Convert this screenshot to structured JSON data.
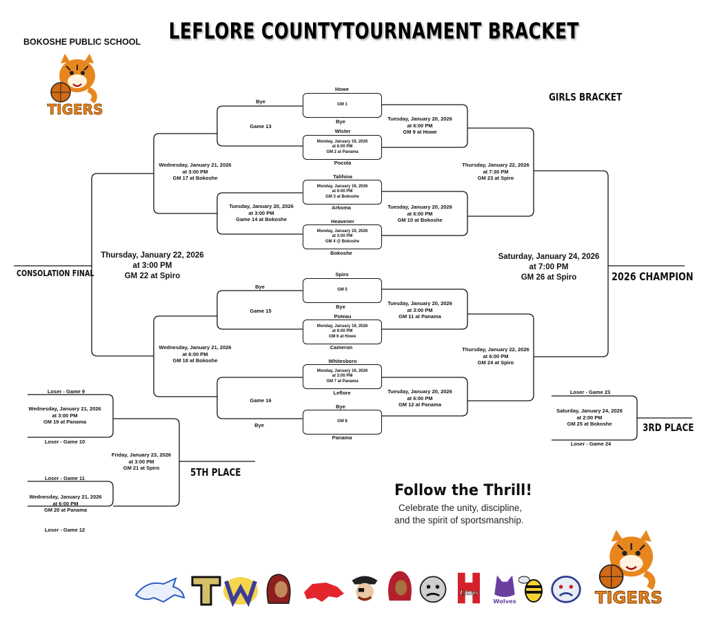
{
  "header": {
    "title": "LEFLORE COUNTYTOURNAMENT BRACKET",
    "school": "BOKOSHE PUBLIC SCHOOL",
    "mascot_text": "TIGERS"
  },
  "headings": {
    "girls_bracket": "GIRLS BRACKET",
    "consolation_final": "CONSOLATION FINAL",
    "champion": "2026 CHAMPION",
    "third_place": "3RD PLACE",
    "fifth_place": "5TH PLACE"
  },
  "first_round": [
    {
      "top": "Howe",
      "box": "GM 1",
      "bottom": "Bye"
    },
    {
      "top": "Wister",
      "box": "Monday, January 19, 2026\nat 6:00 PM\nGM 2 at Panama",
      "bottom": "Pocola"
    },
    {
      "top": "Talihina",
      "box": "Monday, January 19, 2026\nat 6:00 PM\nGM 3 at Bokoshe",
      "bottom": "Arkoma"
    },
    {
      "top": "Heavener",
      "box": "Monday, January 19, 2026\nat 3:00 PM\nGM 4 @ Bokoshe",
      "bottom": "Bokoshe"
    },
    {
      "top": "Spiro",
      "box": "GM 5",
      "bottom": "Bye"
    },
    {
      "top": "Poteau",
      "box": "Monday, January 19, 2026\nat 6:00 PM\nGM 6 at Howe",
      "bottom": "Cameron"
    },
    {
      "top": "Whitesboro",
      "box": "Monday, January 19, 2026\nat 3:00 PM\nGM 7 at Panama",
      "bottom": "Leflore"
    },
    {
      "top": "Bye",
      "box": "GM 8",
      "bottom": "Panama"
    }
  ],
  "winners": {
    "gm9": "Tuesday, January 20, 2026\nat 6:00 PM\nGM 9 at Howe",
    "gm10": "Tuesday, January 20, 2026\nat 6:00 PM\nGM 10 at Bokoshe",
    "gm11": "Tuesday, January 20, 2026\nat 3:00 PM\nGM 11 at Panama",
    "gm12": "Tuesday, January 20, 2026\nat 6:00 PM\nGM 12 at Panama",
    "gm23": "Thursday, January 22, 2026\nat 7:30 PM\nGM 23 at Spiro",
    "gm24": "Thursday, January 22, 2026\nat 6:00 PM\nGM 24 at Spiro",
    "gm26": "Saturday, January 24, 2026\nat 7:00 PM\nGM 26 at Spiro"
  },
  "consolation": {
    "bye_13": "Bye",
    "game13": "Game 13",
    "gm14": "Tuesday, January 20, 2026\nat 3:00 PM\nGame 14 at Bokoshe",
    "gm17": "Wednesday, January 21, 2026\nat 3:00 PM\nGM 17 at Bokoshe",
    "bye_15": "Bye",
    "game15": "Game 15",
    "game16": "Game 16",
    "bye_16": "Bye",
    "gm18": "Wednesday, January 21, 2026\nat 6:00 PM\nGM 18 at Bokoshe",
    "gm22": "Thursday, January 22, 2026\nat 3:00 PM\nGM 22 at Spiro"
  },
  "fifth": {
    "loser9": "Loser - Game 9",
    "gm19": "Wednesday, January 21, 2026\nat 3:00 PM\nGM 19 at Panama",
    "loser10": "Loser - Game 10",
    "loser11": "Loser - Game 11",
    "gm20": "Wednesday, January 21, 2026\nat 6:00 PM\nGM 20 at Panama",
    "loser12": "Loser - Game 12",
    "gm21": "Friday, January 23, 2026\nat 3:00 PM\nGM 21 at Spiro"
  },
  "third": {
    "loser23": "Loser - Game 23",
    "gm25": "Saturday, January 24, 2026\nat 2:00 PM\nGM 25 at Bokoshe",
    "loser24": "Loser - Game 24"
  },
  "promo": {
    "title": "Follow the Thrill!",
    "line1": "Celebrate the unity, discipline,",
    "line2": "and the spirit of sportsmanship."
  },
  "logos": [
    "mustang-logo",
    "t-logo",
    "w-logo",
    "chief-logo",
    "razorback-logo",
    "pirate-logo",
    "warrior-logo",
    "bulldog-logo",
    "h-lions-logo",
    "wolves-logo",
    "hornet-logo",
    "bulldog2-logo"
  ],
  "logo_texts": {
    "lions": "Lions",
    "wolves": "Wolves"
  },
  "colors": {
    "ink": "#111111",
    "tiger_orange": "#e8861e",
    "white": "#ffffff"
  }
}
